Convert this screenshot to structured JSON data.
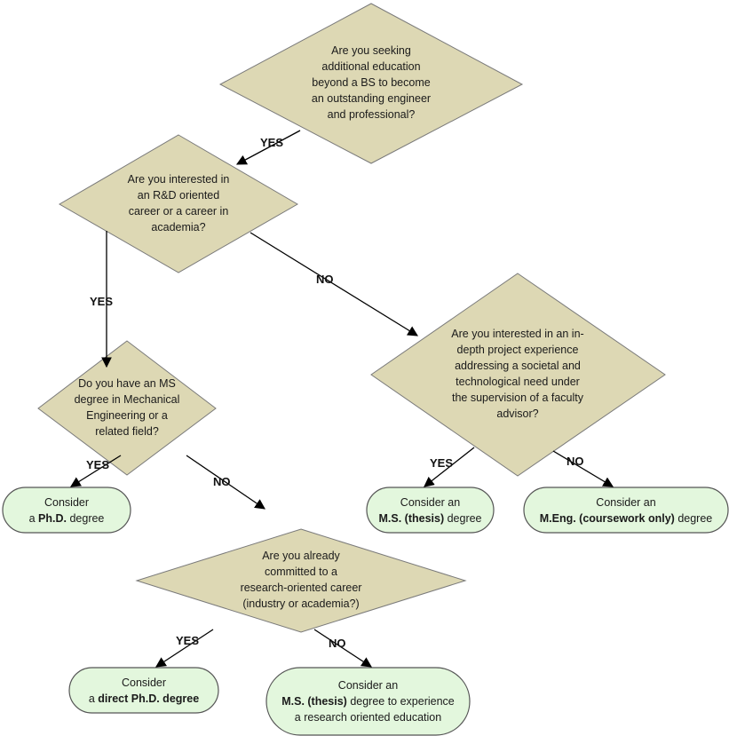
{
  "colors": {
    "decision_fill": "#ddd8b4",
    "decision_stroke": "#7a7a7a",
    "outcome_fill": "#e3f7dd",
    "outcome_stroke": "#555555",
    "arrow": "#000000"
  },
  "decisions": {
    "q1": [
      "Are you seeking",
      "additional education",
      "beyond a BS to become",
      "an outstanding engineer",
      "and professional?"
    ],
    "q2": [
      "Are you interested in",
      "an R&D oriented",
      "career or a career in",
      "academia?"
    ],
    "q3": [
      "Do you have an MS",
      "degree in Mechanical",
      "Engineering or a",
      "related field?"
    ],
    "q4": [
      "Are you interested in an in-",
      "depth project experience",
      "addressing a societal and",
      "technological need under",
      "the supervision of a faculty",
      "advisor?"
    ],
    "q5": [
      "Are you already",
      "committed to a",
      "research-oriented career",
      "(industry or academia?)"
    ]
  },
  "outcomes": {
    "phd": {
      "line1": "Consider",
      "line2_pre": "a ",
      "line2_bold": "Ph.D.",
      "line2_post": " degree"
    },
    "direct_phd": {
      "line1": "Consider",
      "line2_pre": "a ",
      "line2_bold": "direct Ph.D. degree",
      "line2_post": ""
    },
    "ms_thesis": {
      "line1": "Consider an",
      "line2_pre": "",
      "line2_bold": "M.S. (thesis)",
      "line2_post": " degree"
    },
    "meng": {
      "line1": "Consider an",
      "line2_pre": "",
      "line2_bold": "M.Eng. (coursework only)",
      "line2_post": " degree"
    },
    "ms_research": {
      "line1": "Consider an",
      "line2_pre": "",
      "line2_bold": "M.S. (thesis)",
      "line2_post": " degree to experience",
      "line3": "a research oriented education"
    }
  },
  "edge_labels": {
    "q1_yes": "YES",
    "q2_yes": "YES",
    "q2_no": "NO",
    "q3_yes": "YES",
    "q3_no": "NO",
    "q4_yes": "YES",
    "q4_no": "NO",
    "q5_yes": "YES",
    "q5_no": "NO"
  }
}
